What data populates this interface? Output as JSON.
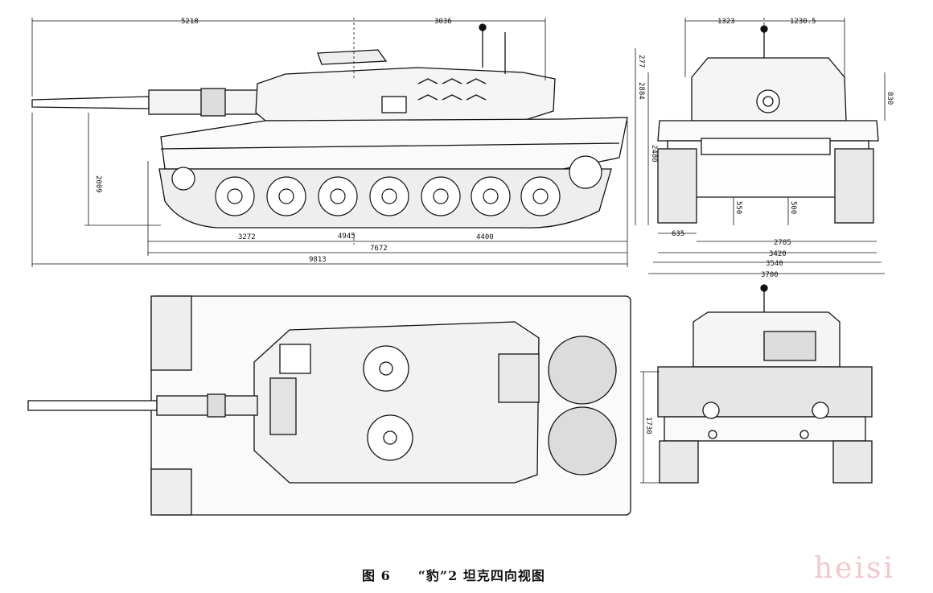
{
  "caption": {
    "fig_no": "图 6",
    "title": "“豹”2 坦克四向视图"
  },
  "watermark": "heisi",
  "side_view_dims": {
    "top_a": "5218",
    "top_b": "3036",
    "height": "2009",
    "bot_a": "3272",
    "bot_b": "4945",
    "bot_c": "4400",
    "bot_d": "7672",
    "bot_total": "9813"
  },
  "front_view_dims": {
    "top_a": "1323",
    "top_b": "1230.5",
    "left_a": "277",
    "left_b": "2884",
    "left_c": "2480",
    "right_a": "830",
    "mid_a": "550",
    "mid_b": "500",
    "bot_a": "635",
    "bot_b": "2785",
    "bot_c": "3420",
    "bot_d": "3540",
    "bot_e": "3700"
  },
  "rear_view_dims": {
    "left_a": "1730"
  }
}
